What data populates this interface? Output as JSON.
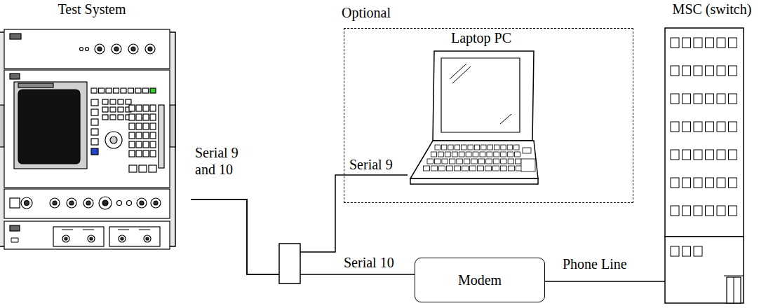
{
  "diagram": {
    "nodes": [
      {
        "text": [
          "Test System"
        ]
      },
      {
        "text": [
          "Optional"
        ]
      },
      {
        "text": [
          "Laptop PC"
        ],
        "in": 1
      },
      {
        "text": [
          "Modem"
        ]
      },
      {
        "text": [
          "MSC (switch)"
        ]
      }
    ],
    "edges": [
      {
        "from": 0,
        "to": 2,
        "arrow": "none",
        "label": "Serial 9"
      },
      {
        "from": 0,
        "to": 3,
        "arrow": "none",
        "label": "Serial 10"
      },
      {
        "from": 3,
        "to": 4,
        "arrow": "none",
        "label": "Phone Line"
      }
    ],
    "labels": [
      "Serial 9 and 10"
    ]
  }
}
